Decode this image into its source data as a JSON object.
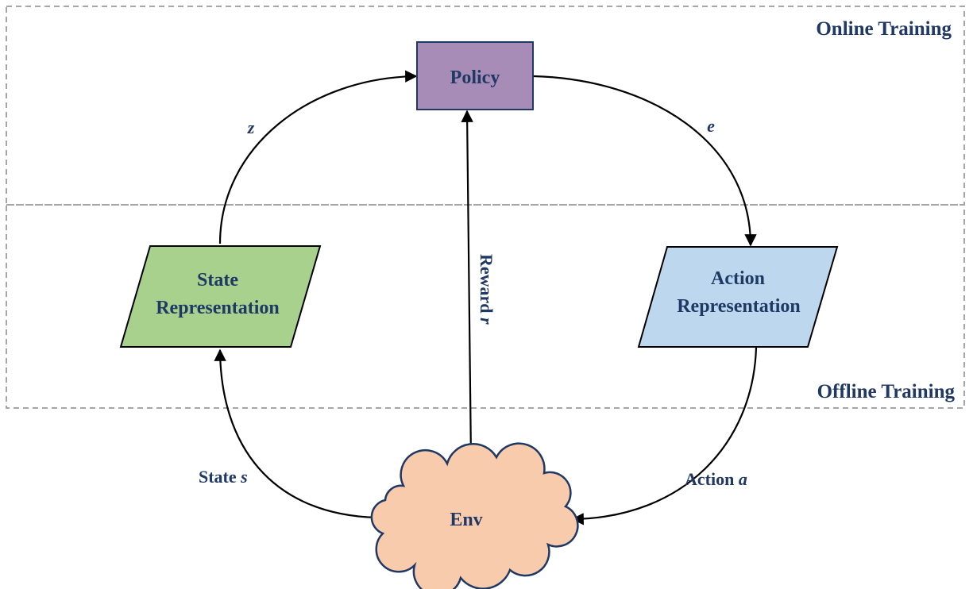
{
  "regions": {
    "online": {
      "label": "Online Training"
    },
    "offline": {
      "label": "Offline Training"
    }
  },
  "nodes": {
    "policy": {
      "label": "Policy",
      "fill": "#a68cb7",
      "stroke": "#1f3864"
    },
    "state_rep": {
      "line1": "State",
      "line2": "Representation",
      "fill": "#a8d18d",
      "stroke": "#000000"
    },
    "action_rep": {
      "line1": "Action",
      "line2": "Representation",
      "fill": "#bdd7ee",
      "stroke": "#000000"
    },
    "env": {
      "label": "Env",
      "fill": "#f8cbad",
      "stroke": "#1f3864"
    }
  },
  "edges": {
    "z": {
      "var": "z"
    },
    "e": {
      "var": "e"
    },
    "reward": {
      "text": "Reward ",
      "var": "r"
    },
    "state": {
      "text": "State ",
      "var": "s"
    },
    "action": {
      "text": "Action ",
      "var": "a"
    }
  },
  "colors": {
    "text": "#1f3864",
    "region_border": "#a6a6a6",
    "arrow": "#000000"
  }
}
